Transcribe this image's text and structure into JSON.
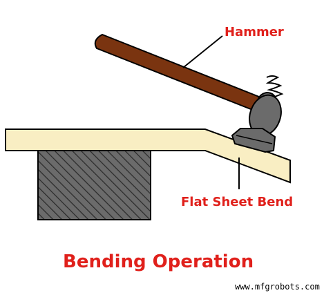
{
  "colors": {
    "label_red": "#e0201b",
    "sheet_fill": "#f9eec3",
    "block_fill": "#6b6b6b",
    "hammer_handle": "#7a3410",
    "hammer_head": "#6b6b6b"
  },
  "labels": {
    "hammer": "Hammer",
    "flat_sheet_bend": "Flat Sheet Bend",
    "title": "Bending Operation"
  },
  "watermark": "www.mfgrobots.com"
}
